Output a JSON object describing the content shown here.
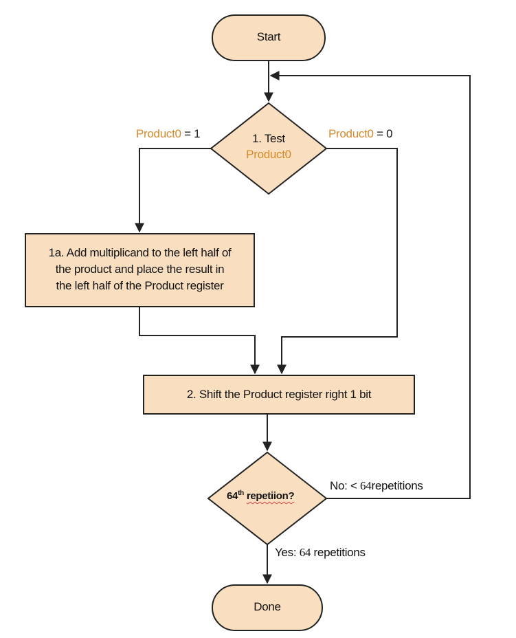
{
  "colors": {
    "fill": "#f9dfc0",
    "stroke": "#222222",
    "accent": "#d58a2a"
  },
  "nodes": {
    "start": "Start",
    "test": {
      "line1": "1. Test",
      "line2": "Product0"
    },
    "add": {
      "line1": "1a. Add multiplicand to the left half of",
      "line2": "the product and place the result in",
      "line3": "the left half of the Product register"
    },
    "shift": "2. Shift the Product register right 1 bit",
    "check": {
      "prefix": "64",
      "sup": "th",
      "word": "repetiion?"
    },
    "done": "Done"
  },
  "edges": {
    "left": {
      "var": "Product0",
      "cond": " = 1"
    },
    "right": {
      "var": "Product0",
      "cond": " = 0"
    },
    "no": {
      "label": "No:  <",
      "count": "64",
      "tail": "repetitions"
    },
    "yes": {
      "label": "Yes:",
      "count": "64",
      "tail": "repetitions"
    }
  }
}
